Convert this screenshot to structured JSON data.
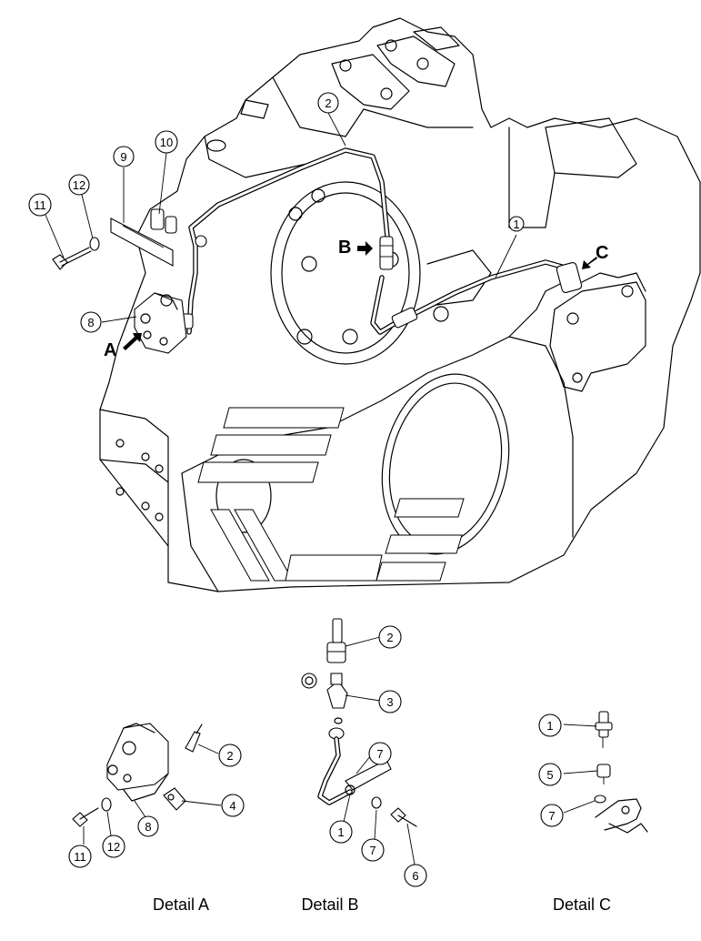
{
  "callouts": {
    "main": [
      {
        "id": "c-main-2",
        "label": "2"
      },
      {
        "id": "c-main-1",
        "label": "1"
      },
      {
        "id": "c-main-9",
        "label": "9"
      },
      {
        "id": "c-main-10",
        "label": "10"
      },
      {
        "id": "c-main-11",
        "label": "11"
      },
      {
        "id": "c-main-12",
        "label": "12"
      },
      {
        "id": "c-main-8",
        "label": "8"
      }
    ],
    "detail_a": [
      {
        "id": "c-a-2",
        "label": "2"
      },
      {
        "id": "c-a-4",
        "label": "4"
      },
      {
        "id": "c-a-8",
        "label": "8"
      },
      {
        "id": "c-a-11",
        "label": "11"
      },
      {
        "id": "c-a-12",
        "label": "12"
      }
    ],
    "detail_b": [
      {
        "id": "c-b-2",
        "label": "2"
      },
      {
        "id": "c-b-3",
        "label": "3"
      },
      {
        "id": "c-b-7a",
        "label": "7"
      },
      {
        "id": "c-b-1",
        "label": "1"
      },
      {
        "id": "c-b-7b",
        "label": "7"
      },
      {
        "id": "c-b-6",
        "label": "6"
      }
    ],
    "detail_c": [
      {
        "id": "c-c-1",
        "label": "1"
      },
      {
        "id": "c-c-5",
        "label": "5"
      },
      {
        "id": "c-c-7",
        "label": "7"
      }
    ]
  },
  "view_markers": {
    "a": "A",
    "b": "B",
    "c": "C"
  },
  "detail_labels": {
    "a": "Detail A",
    "b": "Detail B",
    "c": "Detail C"
  }
}
